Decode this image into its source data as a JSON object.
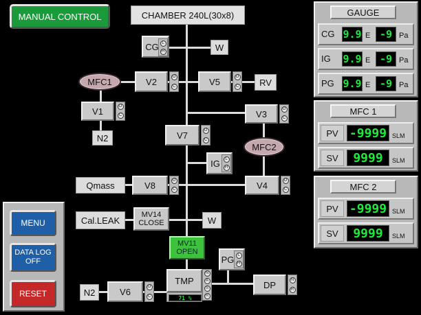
{
  "header": {
    "manual_control": "MANUAL CONTROL",
    "chamber": "CHAMBER 240L(30x8)"
  },
  "valves": {
    "cg": "CG",
    "w_top": "W",
    "mfc1": "MFC1",
    "v2": "V2",
    "v5": "V5",
    "rv": "RV",
    "v1": "V1",
    "n2_top": "N2",
    "v3": "V3",
    "v7": "V7",
    "mfc2": "MFC2",
    "ig": "IG",
    "qmass": "Qmass",
    "v8": "V8",
    "v4": "V4",
    "cal_leak": "Cal.LEAK",
    "mv14_line1": "MV14",
    "mv14_line2": "CLOSE",
    "w_mid": "W",
    "mv11_line1": "MV11",
    "mv11_line2": "OPEN",
    "pg": "PG",
    "tmp": "TMP",
    "tmp_readout": "71 %",
    "dp": "DP",
    "n2_bottom": "N2",
    "v6": "V6"
  },
  "control_icons": {
    "open": "O",
    "close": "C",
    "local": "L",
    "h": "H",
    "n": "N",
    "a": "A",
    "s": "S",
    "r": "R"
  },
  "left_buttons": {
    "menu": "MENU",
    "datalog_line1": "DATA LOG",
    "datalog_line2": "OFF",
    "reset": "RESET"
  },
  "gauge": {
    "title": "GAUGE",
    "rows": [
      {
        "label": "CG",
        "mantissa": "9.9",
        "e": "E",
        "exponent": "-9",
        "unit": "Pa"
      },
      {
        "label": "IG",
        "mantissa": "9.9",
        "e": "E",
        "exponent": "-9",
        "unit": "Pa"
      },
      {
        "label": "PG",
        "mantissa": "9.9",
        "e": "E",
        "exponent": "-9",
        "unit": "Pa"
      }
    ]
  },
  "mfc1": {
    "title": "MFC 1",
    "pv_label": "PV",
    "pv_value": "-9999",
    "pv_unit": "SLM",
    "sv_label": "SV",
    "sv_value": "9999",
    "sv_unit": "SLM"
  },
  "mfc2": {
    "title": "MFC 2",
    "pv_label": "PV",
    "pv_value": "-9999",
    "pv_unit": "SLM",
    "sv_label": "SV",
    "sv_value": "9999",
    "sv_unit": "SLM"
  },
  "colors": {
    "manual_control": "#1a9a3a",
    "menu": "#1f5fa8",
    "datalog": "#1f5fa8",
    "reset": "#c42828",
    "mv11": "#3ec23e",
    "lcd_text": "#1eea3a",
    "mfc_oval": "#c4a8ae"
  }
}
